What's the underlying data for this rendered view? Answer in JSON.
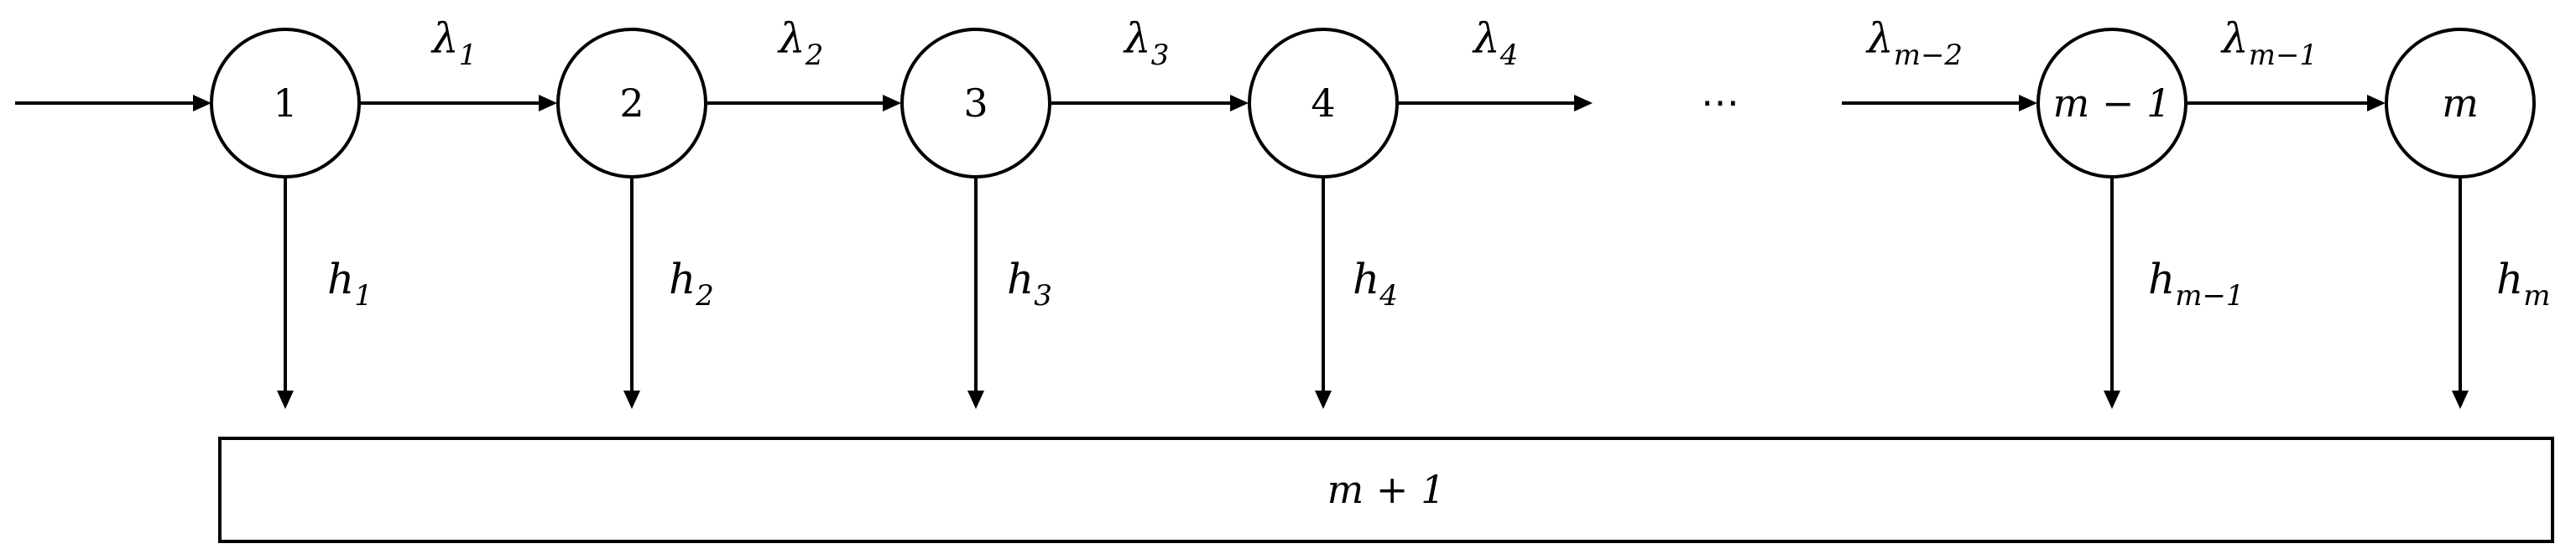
{
  "diagram": {
    "nodes": [
      {
        "id": "n1",
        "label": "1"
      },
      {
        "id": "n2",
        "label": "2"
      },
      {
        "id": "n3",
        "label": "3"
      },
      {
        "id": "n4",
        "label": "4"
      },
      {
        "id": "nm1",
        "label": "m − 1"
      },
      {
        "id": "nm",
        "label": "m"
      }
    ],
    "absorbing_state": {
      "label": "m + 1"
    },
    "transitions": [
      {
        "base": "λ",
        "sub": "1"
      },
      {
        "base": "λ",
        "sub": "2"
      },
      {
        "base": "λ",
        "sub": "3"
      },
      {
        "base": "λ",
        "sub": "4"
      },
      {
        "base": "λ",
        "sub": "m−2"
      },
      {
        "base": "λ",
        "sub": "m−1"
      }
    ],
    "exits": [
      {
        "base": "h",
        "sub": "1"
      },
      {
        "base": "h",
        "sub": "2"
      },
      {
        "base": "h",
        "sub": "3"
      },
      {
        "base": "h",
        "sub": "4"
      },
      {
        "base": "h",
        "sub": "m−1"
      },
      {
        "base": "h",
        "sub": "m"
      }
    ],
    "ellipsis": "⋯"
  }
}
